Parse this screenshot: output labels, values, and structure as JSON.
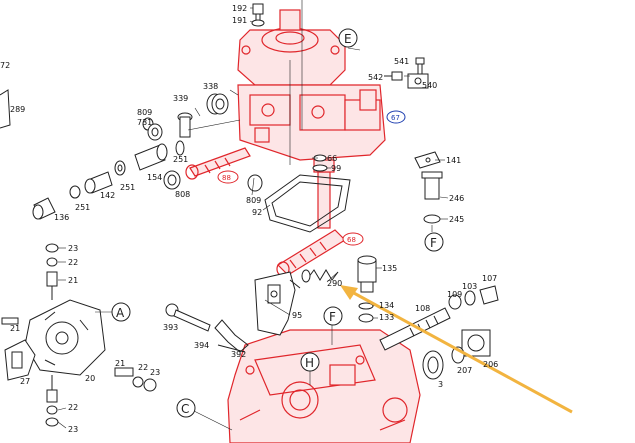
{
  "colors": {
    "part_highlight": "#e0262b",
    "arrow": "#f2b440",
    "ref_blue": "#1f3fb0",
    "line": "#222222"
  },
  "part_numbers": {
    "p192": "192",
    "p191": "191",
    "p72": "72",
    "p289": "289",
    "p541": "541",
    "p540": "540",
    "p542": "542",
    "p338": "338",
    "p339": "339",
    "p809a": "809",
    "p731": "731",
    "p251a": "251",
    "p66": "66",
    "p99": "99",
    "p141": "141",
    "p154": "154",
    "p251b": "251",
    "p142": "142",
    "p251c": "251",
    "p136": "136",
    "p808": "808",
    "p809b": "809",
    "p92": "92",
    "p246": "246",
    "p245": "245",
    "p23a": "23",
    "p22a": "22",
    "p21a": "21",
    "p135": "135",
    "p290": "290",
    "p107": "107",
    "p103": "103",
    "p109": "109",
    "p134": "134",
    "p133": "133",
    "p108": "108",
    "p95": "95",
    "p393": "393",
    "p394": "394",
    "p392": "392",
    "p21b": "21",
    "p20": "20",
    "p27": "27",
    "p21c": "21",
    "p22b": "22",
    "p23b": "23",
    "p22c": "22",
    "p23c": "23",
    "p207": "207",
    "p206": "206",
    "p3": "3"
  },
  "ref_red": {
    "r88": "88",
    "r68": "68"
  },
  "ref_blue": {
    "r67": "67"
  },
  "section_letters": {
    "E": "E",
    "F1": "F",
    "A": "A",
    "F2": "F",
    "H": "H",
    "C": "C"
  }
}
